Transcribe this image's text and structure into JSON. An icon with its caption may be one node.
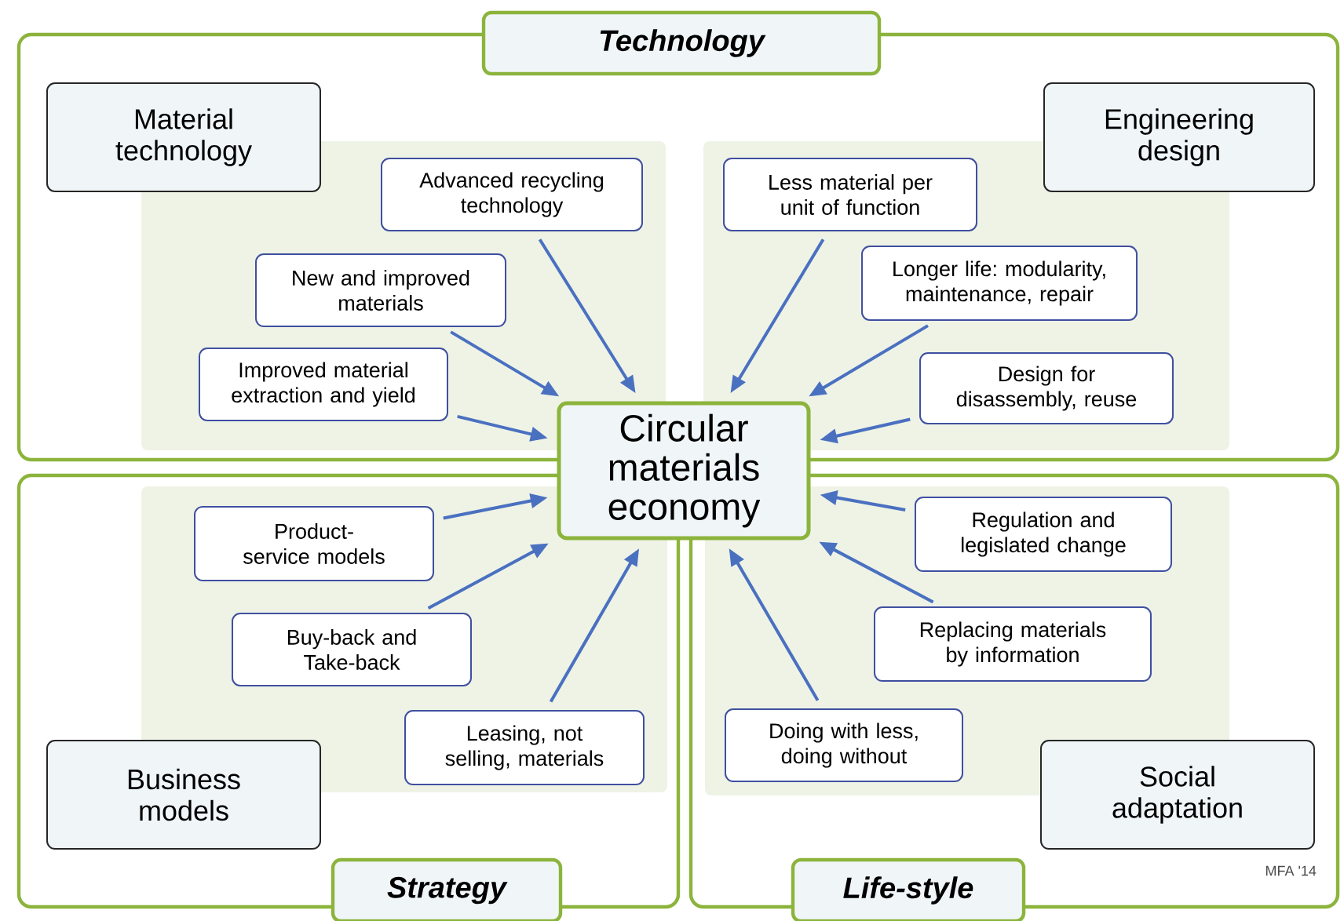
{
  "diagram": {
    "nodes": [
      {
        "text": [
          "Technology"
        ]
      },
      {
        "text": [
          "Material technology"
        ],
        "in": 0
      },
      {
        "text": [
          "Engineering design"
        ],
        "in": 0
      },
      {
        "text": [
          "Advanced recycling technology"
        ],
        "in": 0
      },
      {
        "text": [
          "Less material per unit of function"
        ],
        "in": 0
      },
      {
        "text": [
          "New and improved materials"
        ],
        "in": 0
      },
      {
        "text": [
          "Longer life: modularity, maintenance, repair"
        ],
        "in": 0
      },
      {
        "text": [
          "Improved material extraction and yield"
        ],
        "in": 0
      },
      {
        "text": [
          "Design for disassembly, reuse"
        ],
        "in": 0
      },
      {
        "text": [
          "Circular materials economy"
        ]
      },
      {
        "text": [
          "Strategy"
        ]
      },
      {
        "text": [
          "Life-style"
        ]
      },
      {
        "text": [
          "Product-service models"
        ],
        "in": 10
      },
      {
        "text": [
          "Regulation and legislated change"
        ],
        "in": 11
      },
      {
        "text": [
          "Buy-back and Take-back"
        ],
        "in": 10
      },
      {
        "text": [
          "Replacing materials by information"
        ],
        "in": 11
      },
      {
        "text": [
          "Leasing, not selling, materials"
        ],
        "in": 10
      },
      {
        "text": [
          "Doing with less, doing without"
        ],
        "in": 11
      },
      {
        "text": [
          "Business models"
        ],
        "in": 10
      },
      {
        "text": [
          "Social adaptation"
        ],
        "in": 11
      }
    ],
    "edges": [
      {
        "from": 3,
        "to": 9,
        "arrow": "to"
      },
      {
        "from": 4,
        "to": 9,
        "arrow": "to"
      },
      {
        "from": 5,
        "to": 9,
        "arrow": "to"
      },
      {
        "from": 6,
        "to": 9,
        "arrow": "to"
      },
      {
        "from": 7,
        "to": 9,
        "arrow": "to"
      },
      {
        "from": 8,
        "to": 9,
        "arrow": "to"
      },
      {
        "from": 12,
        "to": 9,
        "arrow": "to"
      },
      {
        "from": 13,
        "to": 9,
        "arrow": "to"
      },
      {
        "from": 14,
        "to": 9,
        "arrow": "to"
      },
      {
        "from": 15,
        "to": 9,
        "arrow": "to"
      },
      {
        "from": 16,
        "to": 9,
        "arrow": "to"
      },
      {
        "from": 17,
        "to": 9,
        "arrow": "to"
      }
    ],
    "labels": [
      "MFA '14"
    ]
  }
}
